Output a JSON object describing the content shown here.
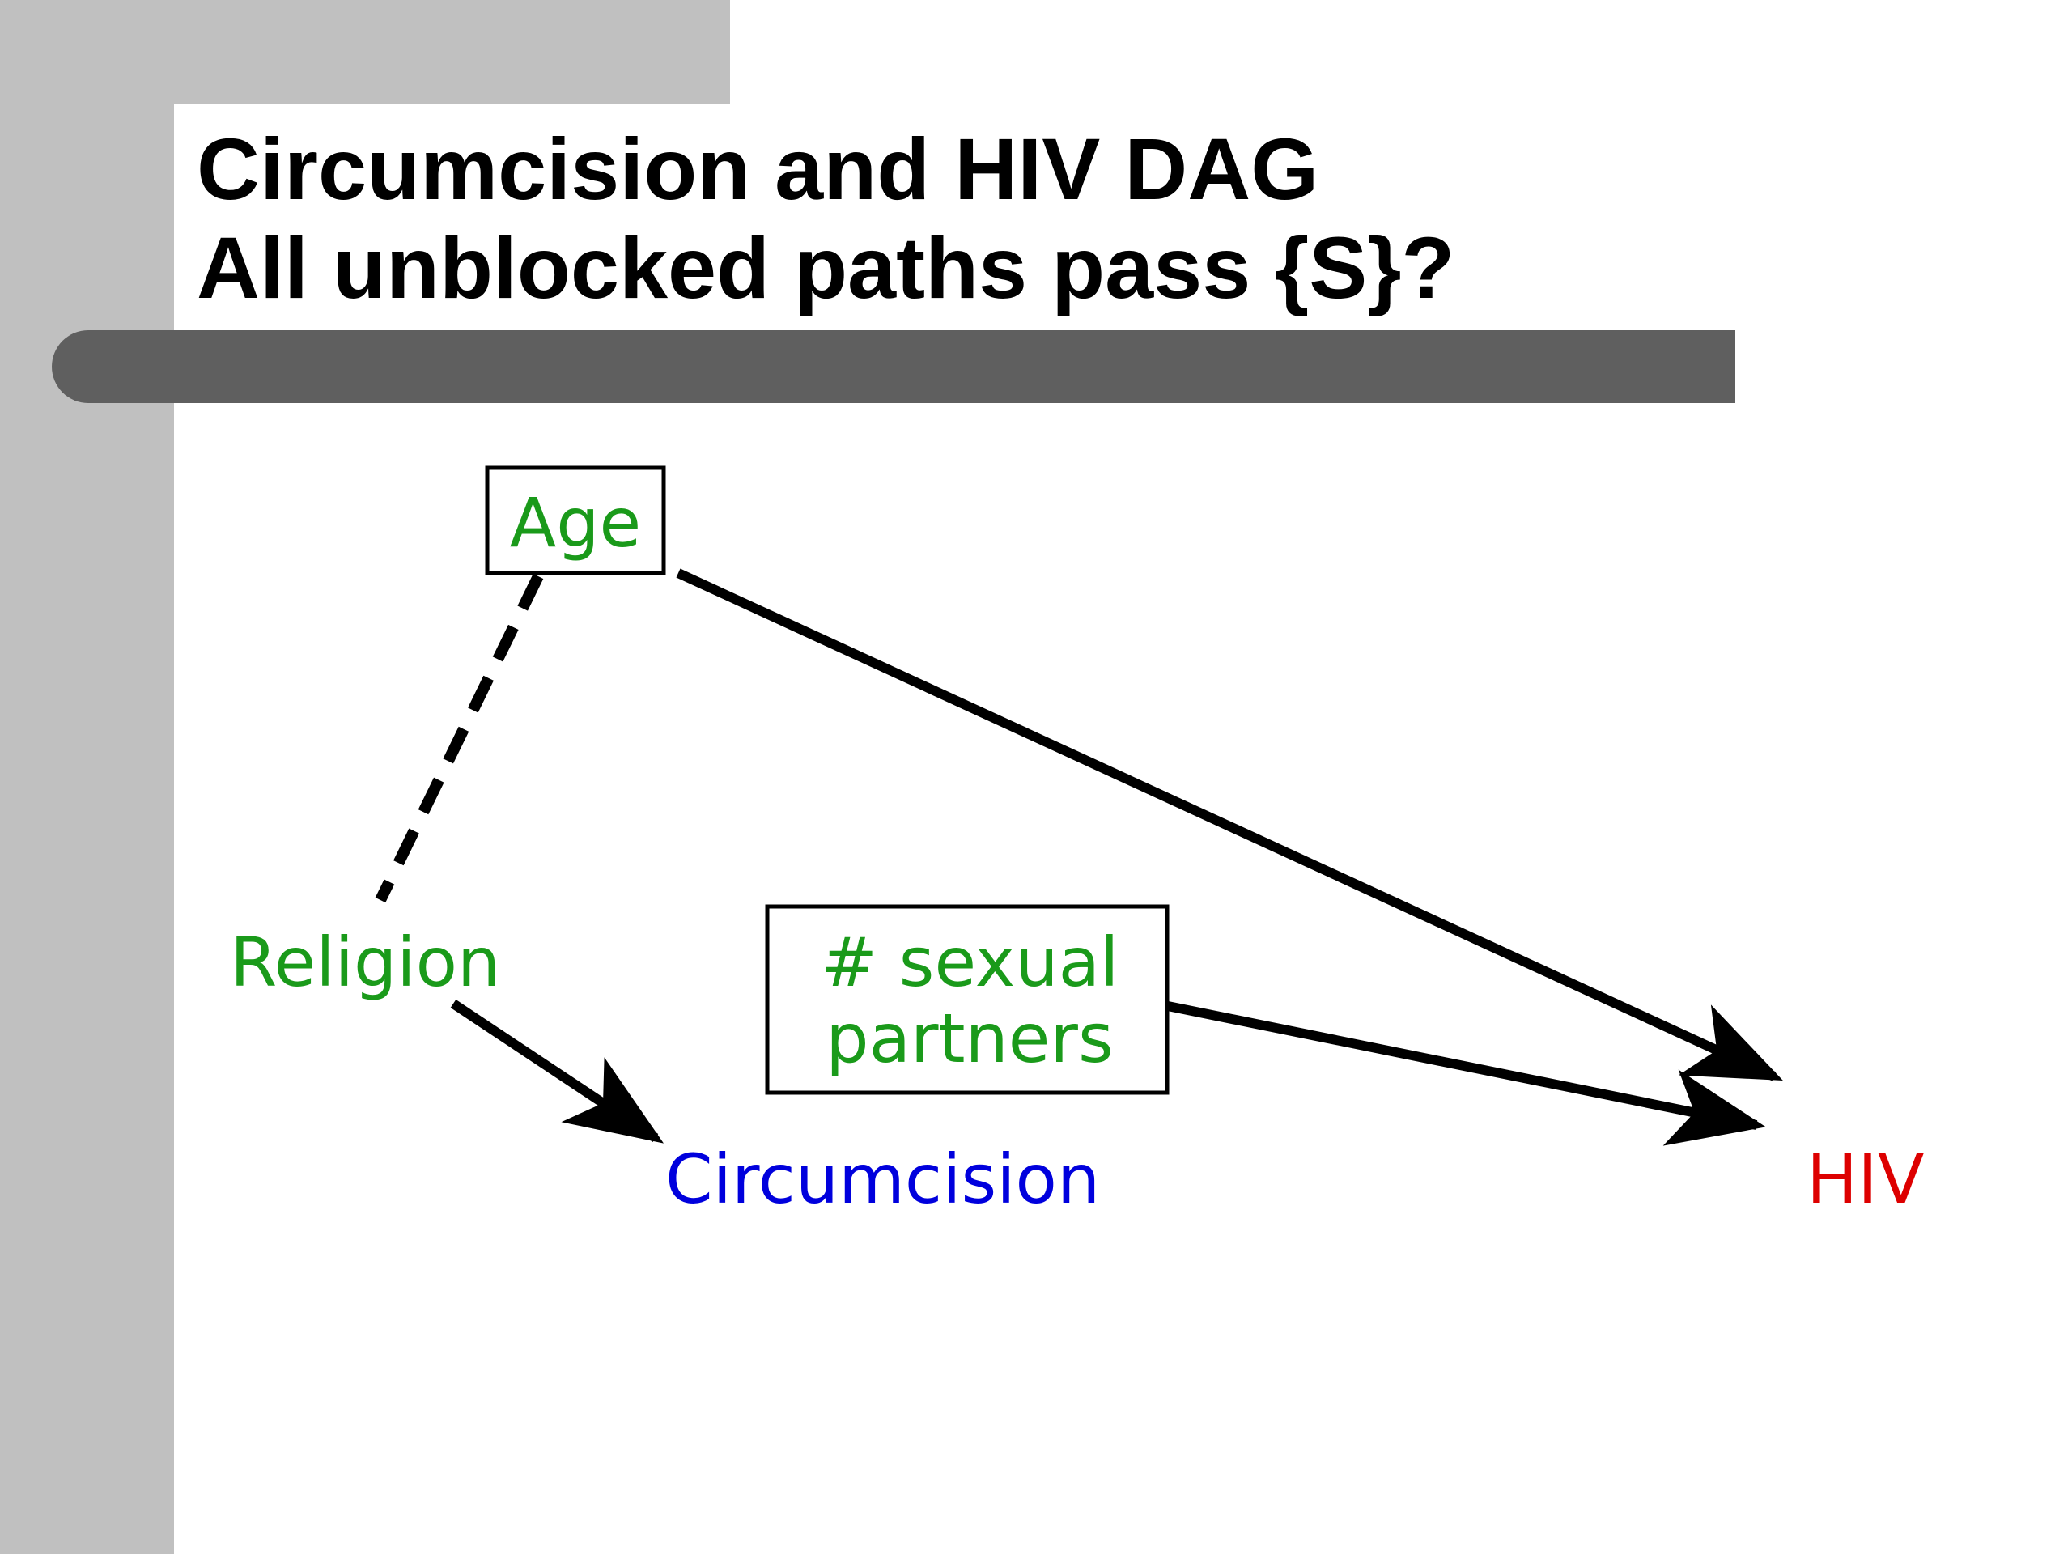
{
  "slide": {
    "title_line1": "Circumcision and HIV DAG",
    "title_line2": "All unblocked paths pass {S}?"
  },
  "colors": {
    "sidebar": "#c0c0c0",
    "divider": "#5f5f5f",
    "confounder": "#1a9a1a",
    "exposure": "#0000dd",
    "outcome": "#dd0000"
  },
  "diagram": {
    "nodes": {
      "age": {
        "label": "Age",
        "boxed": true,
        "role": "confounder"
      },
      "religion": {
        "label": "Religion",
        "boxed": false,
        "role": "confounder"
      },
      "partners": {
        "label_line1": "# sexual",
        "label_line2": "partners",
        "boxed": true,
        "role": "confounder"
      },
      "circumcision": {
        "label": "Circumcision",
        "boxed": false,
        "role": "exposure"
      },
      "hiv": {
        "label": "HIV",
        "boxed": false,
        "role": "outcome"
      }
    },
    "edges": [
      {
        "from": "Age",
        "to": "Religion",
        "style": "dashed",
        "directed": false
      },
      {
        "from": "Age",
        "to": "HIV",
        "style": "solid",
        "directed": true
      },
      {
        "from": "Religion",
        "to": "Circumcision",
        "style": "solid",
        "directed": true
      },
      {
        "from": "# sexual partners",
        "to": "HIV",
        "style": "solid",
        "directed": true
      }
    ]
  }
}
